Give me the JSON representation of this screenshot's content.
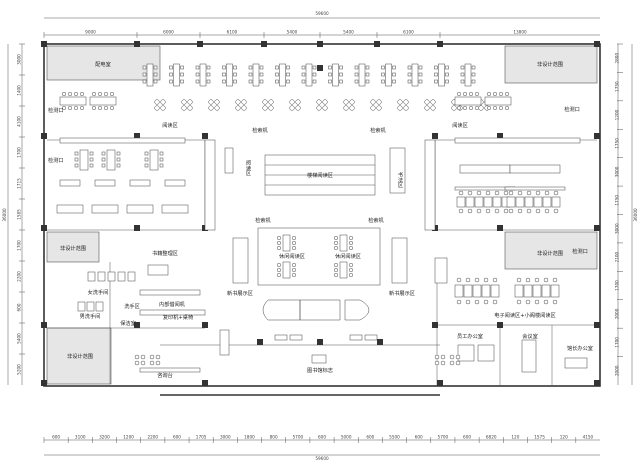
{
  "dimensions": {
    "top_total": "59600",
    "top_segments": [
      "9000",
      "6000",
      "6100",
      "5400",
      "5400",
      "6100",
      "13800"
    ],
    "bottom_total": "59600",
    "bottom_segments": [
      "600",
      "3100",
      "3200",
      "1200",
      "2200",
      "600",
      "1705",
      "3000",
      "1800",
      "800",
      "5700",
      "600",
      "5000",
      "600",
      "5500",
      "600",
      "5700",
      "600",
      "6820",
      "120",
      "1575",
      "120",
      "4150"
    ],
    "left_total": "36000",
    "left_segments": [
      "3000",
      "1400",
      "4100",
      "1700",
      "1715",
      "1585",
      "1700",
      "2200",
      "600",
      "5400",
      "5200"
    ],
    "right_total": "36000",
    "right_segments": [
      "2800",
      "1750",
      "1200",
      "1750",
      "3000",
      "1750",
      "3000",
      "2100",
      "1700",
      "2000",
      "1700",
      "2000"
    ]
  },
  "rooms": {
    "power_room": "配电室",
    "non_design_top_right": "非设计范围",
    "non_design_left_top": "非设计范围",
    "non_design_left_bottom": "非设计范围",
    "non_design_right": "非设计范围",
    "reading_left": "阅读区",
    "reading_right": "阅读区",
    "stair_reading": "楼梯阅读区",
    "reading_vertical": "阅读区",
    "calligraphy": "书法区",
    "leisure_1": "休闲阅读区",
    "leisure_2": "休闲阅读区",
    "new_books_left": "新书展示区",
    "new_books_right": "新书展示区",
    "book_sorting": "书籍整理区",
    "women_wc": "女洗手间",
    "men_wc": "男洗手间",
    "wash_area": "洗手区",
    "cleaning_room": "保洁室",
    "internal_lending": "内部借阅机",
    "copier": "复印机+桌椅",
    "info_desk": "咨询台",
    "library_sign": "图书馆标志",
    "staff_office": "员工办公室",
    "meeting_room": "会议室",
    "director_office": "馆长办公室",
    "e_reading": "电子阅读区+小阁楼阅读区"
  },
  "markers": {
    "search_1": "检索机",
    "search_2": "检索机",
    "search_3": "检索机",
    "search_4": "检索机",
    "check_1": "检测口",
    "check_2": "检测口",
    "check_3": "检测口",
    "check_4": "检测口"
  }
}
